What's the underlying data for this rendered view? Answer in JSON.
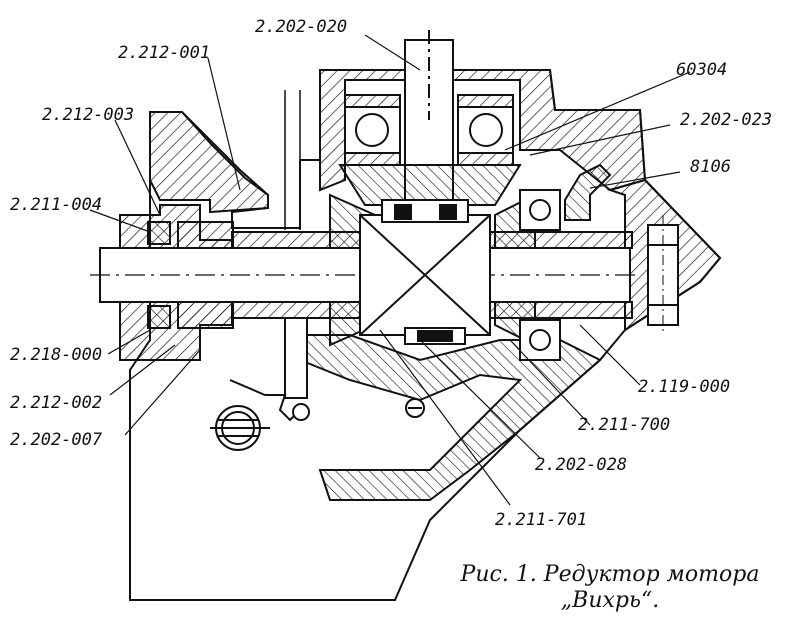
{
  "labels": {
    "l_2202_020": "2.202-020",
    "l_2212_001": "2.212-001",
    "l_60304": "60304",
    "l_2212_003": "2.212-003",
    "l_2202_023": "2.202-023",
    "l_8106": "8106",
    "l_2211_004": "2.211-004",
    "l_2218_000": "2.218-000",
    "l_2212_002": "2.212-002",
    "l_2202_007": "2.202-007",
    "l_2119_000": "2.119-000",
    "l_2211_700": "2.211-700",
    "l_2202_028": "2.202-028",
    "l_2211_701": "2.211-701"
  },
  "caption": {
    "line1": "Рис. 1. Редуктор мотора",
    "line2": "„Вихрь“."
  },
  "colors": {
    "ink": "#111111",
    "paper": "#ffffff"
  }
}
